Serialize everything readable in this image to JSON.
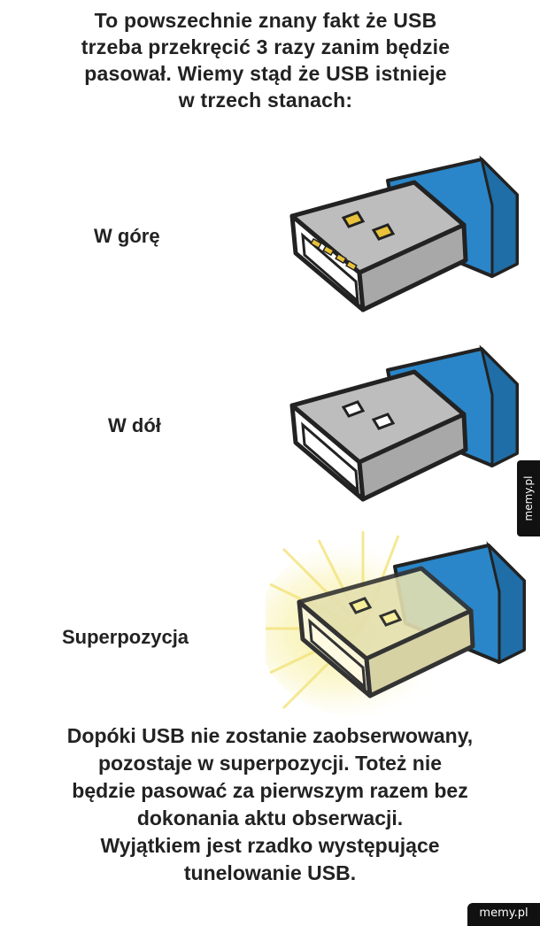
{
  "intro_lines": [
    "To powszechnie znany fakt że USB",
    "trzeba przekręcić 3 razy zanim będzie",
    "pasował. Wiemy stąd że USB istnieje",
    "w trzech stanach:"
  ],
  "states": {
    "up": "W górę",
    "down": "W dół",
    "superposition": "Superpozycja"
  },
  "outro_lines": [
    "Dopóki USB nie zostanie zaobserwowany,",
    "pozostaje w superpozycji. Toteż nie",
    "będzie pasować za pierwszym razem bez",
    "dokonania aktu obserwacji.",
    "Wyjątkiem jest rzadko występujące",
    "tunelowanie USB."
  ],
  "watermark": {
    "side": "memy.pl",
    "corner": "memy.pl"
  },
  "colors": {
    "usb_blue": "#2a86c8",
    "metal": "#b9b9b9",
    "contacts": "#e8c23a",
    "glow": "#f6ee9a"
  }
}
